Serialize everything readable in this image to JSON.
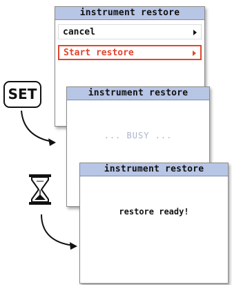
{
  "screens": [
    {
      "title": "instrument restore",
      "menu": [
        {
          "label": "cancel",
          "selected": false
        },
        {
          "label": "Start restore",
          "selected": true
        }
      ]
    },
    {
      "title": "instrument restore",
      "status": "... BUSY ..."
    },
    {
      "title": "instrument restore",
      "message": "restore ready!"
    }
  ],
  "keys": {
    "set_label": "SET"
  },
  "icons": {
    "wait": "hourglass-icon",
    "arrow": "curved-arrow-icon"
  },
  "colors": {
    "titlebar": "#b8c6e6",
    "selected": "#e0452c",
    "busy_text": "#aab3c8"
  }
}
